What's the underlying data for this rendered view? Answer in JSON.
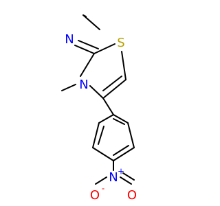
{
  "molecule": {
    "atoms": {
      "imine_n": {
        "text": "N",
        "color": "#0000ff"
      },
      "ring_s": {
        "text": "S",
        "color": "#b8a000"
      },
      "ring_n": {
        "text": "N",
        "color": "#0000ff"
      },
      "nitro_n": {
        "text": "N",
        "color": "#0000ff",
        "charge": "+"
      },
      "nitro_o_top": {
        "text": "O",
        "color": "#ff0000"
      },
      "nitro_o_side": {
        "text": "O",
        "color": "#ff0000",
        "charge": "-"
      }
    },
    "bond_color": "#000000"
  }
}
